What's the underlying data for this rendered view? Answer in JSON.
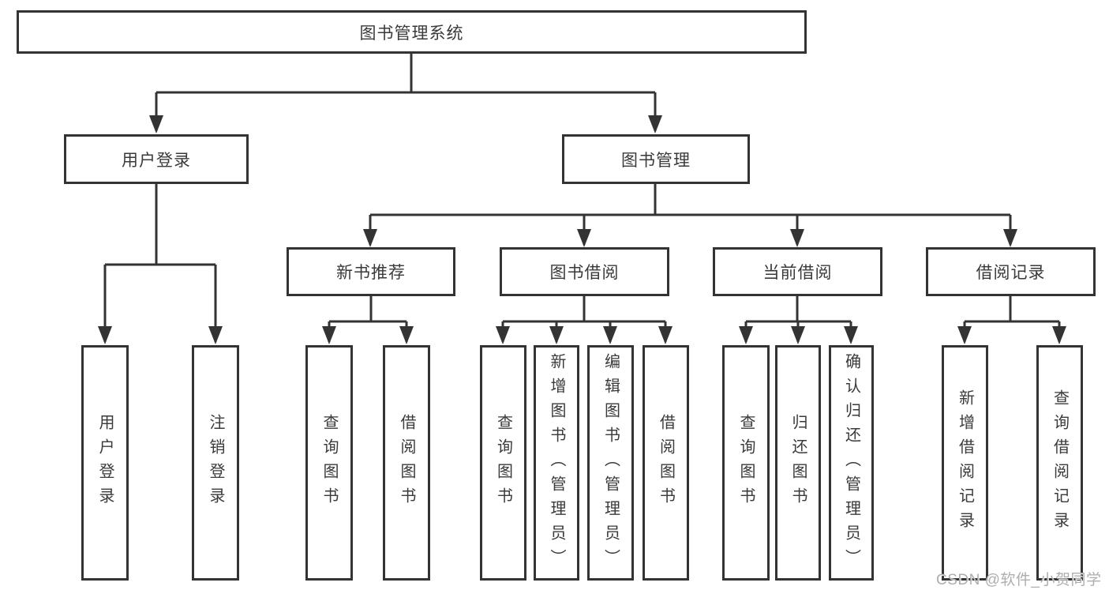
{
  "diagram": {
    "tree": {
      "label": "图书管理系统",
      "children": [
        {
          "label": "用户登录",
          "children": [
            {
              "label": "用户登录"
            },
            {
              "label": "注销登录"
            }
          ]
        },
        {
          "label": "图书管理",
          "children": [
            {
              "label": "新书推荐",
              "children": [
                {
                  "label": "查询图书"
                },
                {
                  "label": "借阅图书"
                }
              ]
            },
            {
              "label": "图书借阅",
              "children": [
                {
                  "label": "查询图书"
                },
                {
                  "label": "新增图书（管理员）"
                },
                {
                  "label": "编辑图书（管理员）"
                },
                {
                  "label": "借阅图书"
                }
              ]
            },
            {
              "label": "当前借阅",
              "children": [
                {
                  "label": "查询图书"
                },
                {
                  "label": "归还图书"
                },
                {
                  "label": "确认归还（管理员）"
                }
              ]
            },
            {
              "label": "借阅记录",
              "children": [
                {
                  "label": "新增借阅记录"
                },
                {
                  "label": "查询借阅记录"
                }
              ]
            }
          ]
        }
      ]
    },
    "colors": {
      "line": "#333333",
      "text": "#3a3a3a",
      "background": "#ffffff",
      "watermark": "#aeaeae"
    }
  },
  "watermark": {
    "text": "CSDN @软件_小贺同学"
  }
}
